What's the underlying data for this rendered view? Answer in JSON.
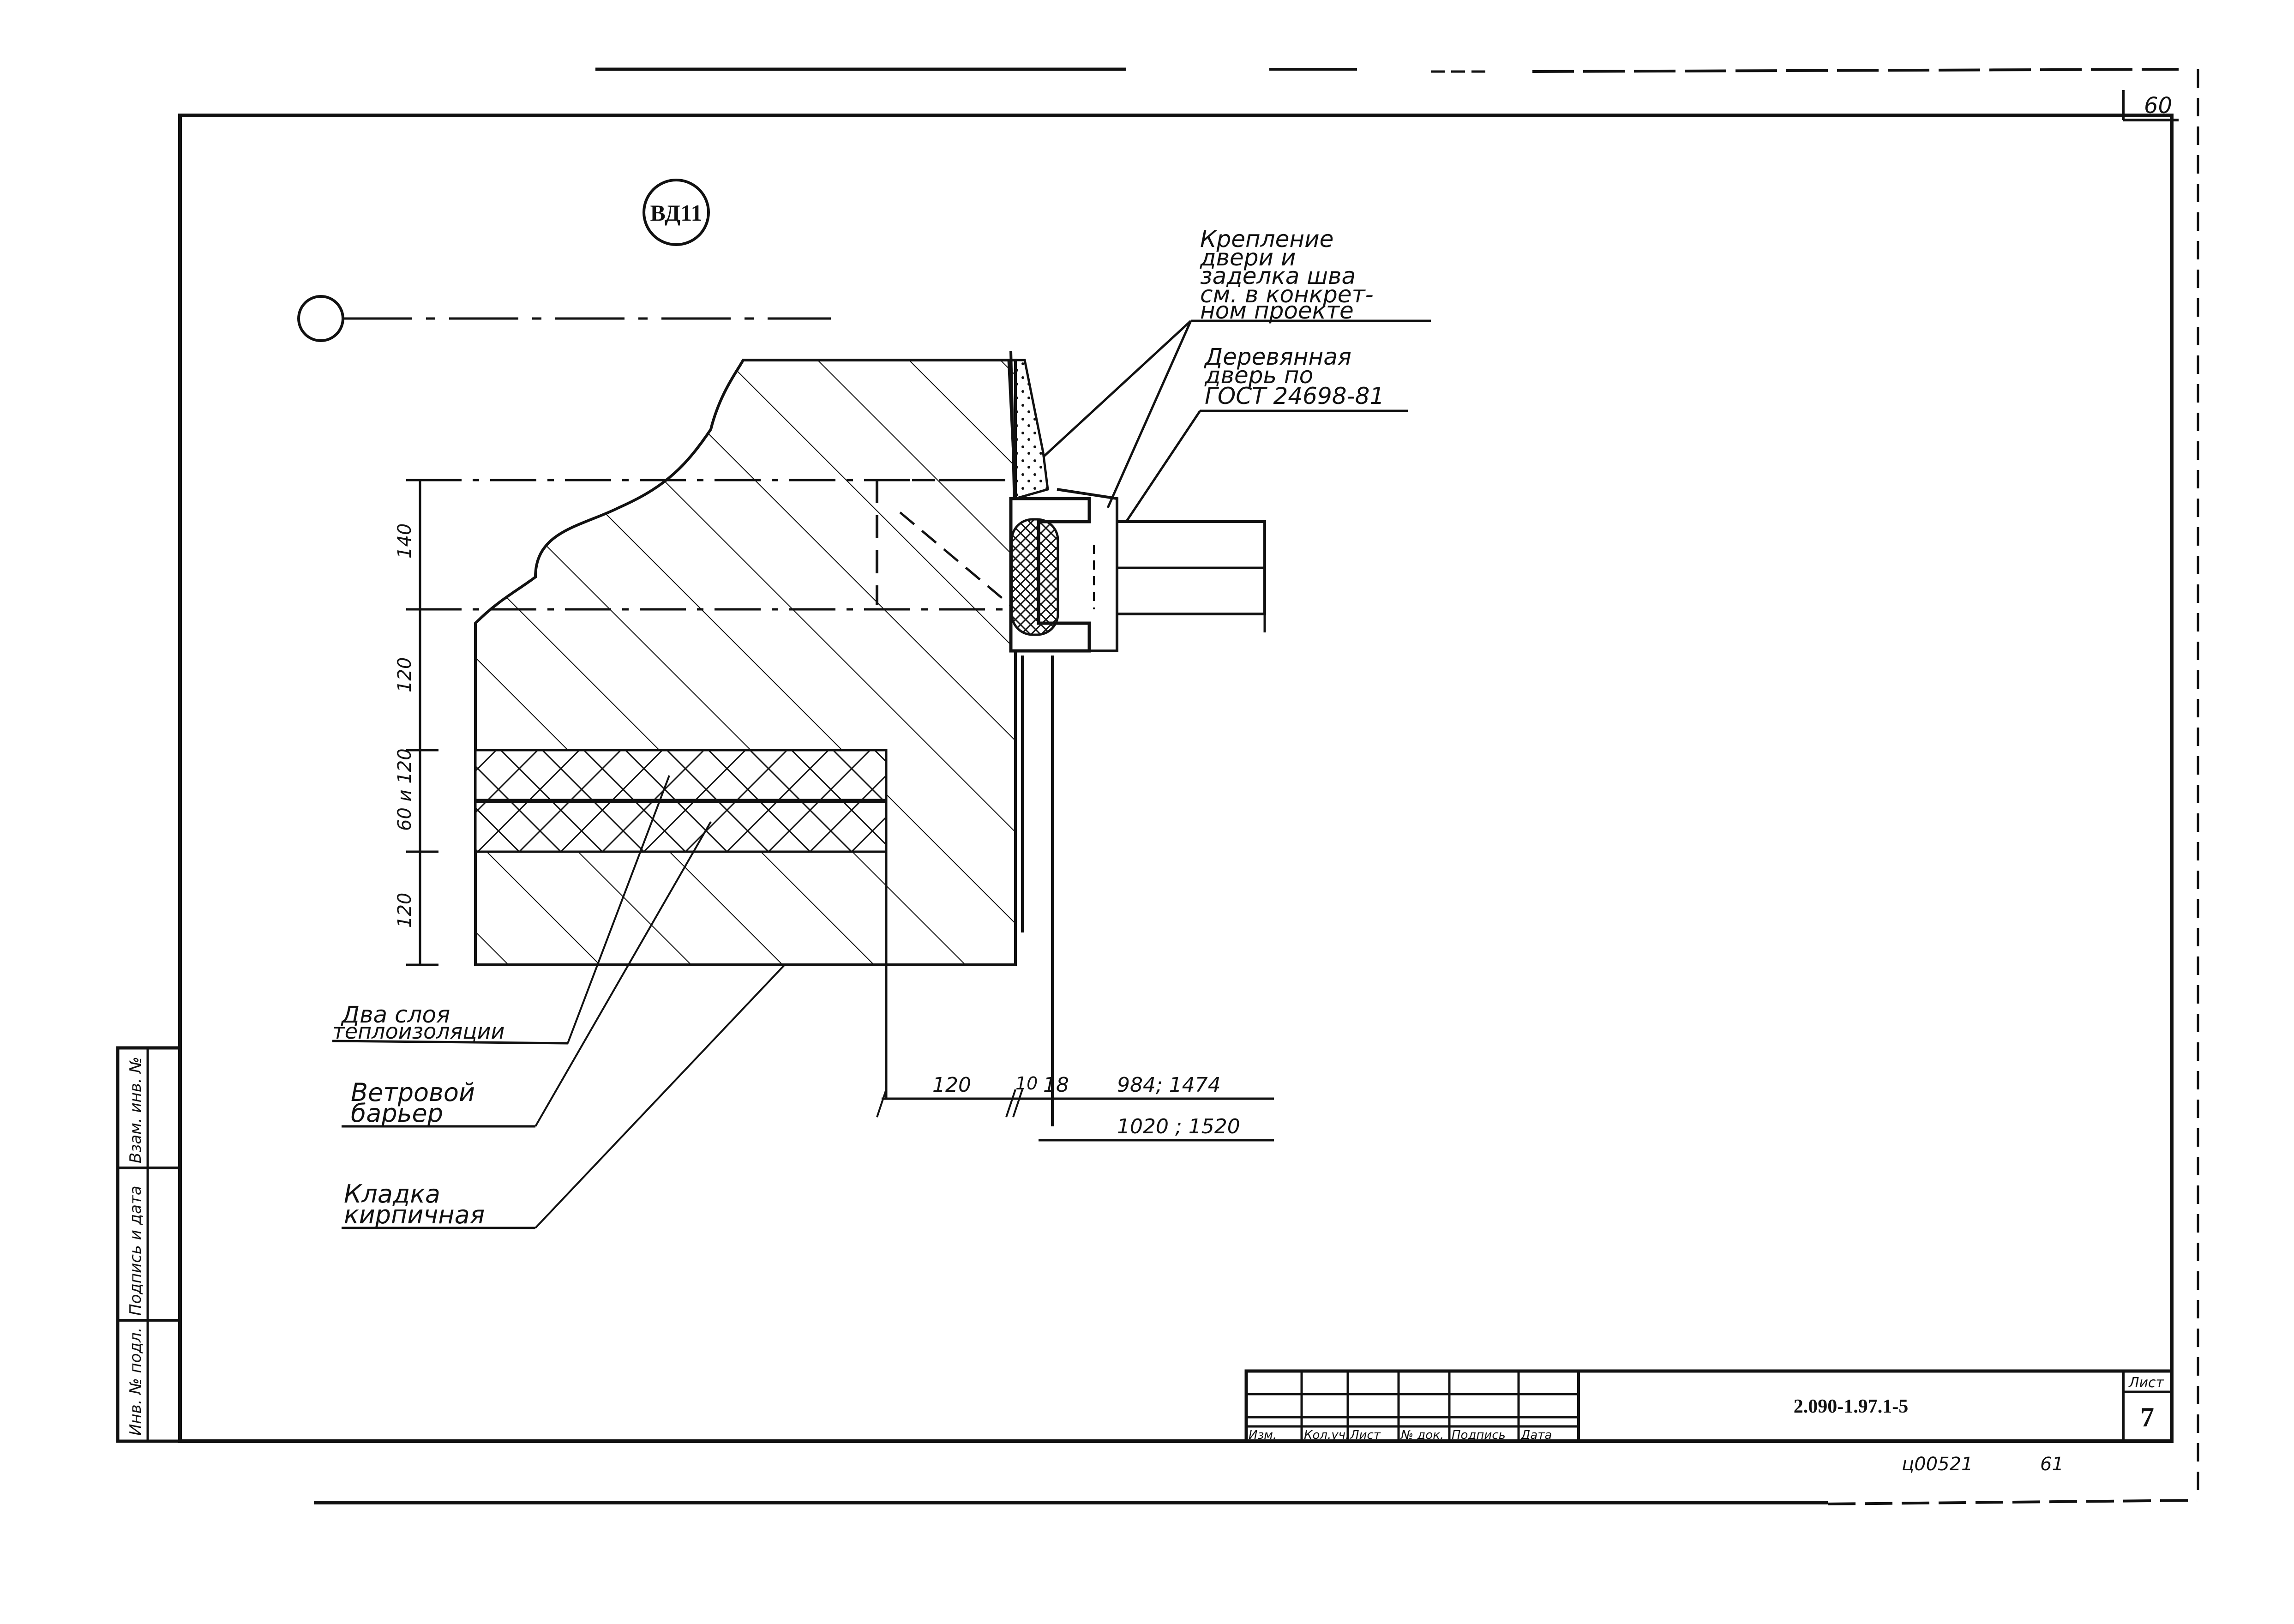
{
  "sheet_number_top": "60",
  "node_mark": "ВД11",
  "callouts": {
    "fastening": [
      "Крепление",
      "двери и",
      "заделка шва",
      "см. в конкрет-",
      "ном проекте"
    ],
    "door": [
      "Деревянная",
      "дверь по",
      "ГОСТ 24698-81"
    ],
    "insulation": [
      "Два слоя",
      "теплоизоляции"
    ],
    "wind": [
      "Ветровой",
      "барьер"
    ],
    "masonry": [
      "Кладка",
      "кирпичная"
    ]
  },
  "dims_vertical": [
    "140",
    "120",
    "60 и 120",
    "120"
  ],
  "dims_horizontal": {
    "d1": "120",
    "d2": "10",
    "d3": "18",
    "d4": "984; 1474",
    "d5": "1020 ; 1520"
  },
  "side_stamp": [
    "Инв. № подл.",
    "Подпись и дата",
    "Взам. инв. №"
  ],
  "title_block": {
    "columns": [
      "Изм.",
      "Кол.уч.",
      "Лист",
      "№ док.",
      "Подпись",
      "Дата"
    ],
    "designation": "2.090-1.97.1-5",
    "sheet_label": "Лист",
    "sheet_value": "7"
  },
  "bottom_note": [
    "ц00521",
    "61"
  ]
}
